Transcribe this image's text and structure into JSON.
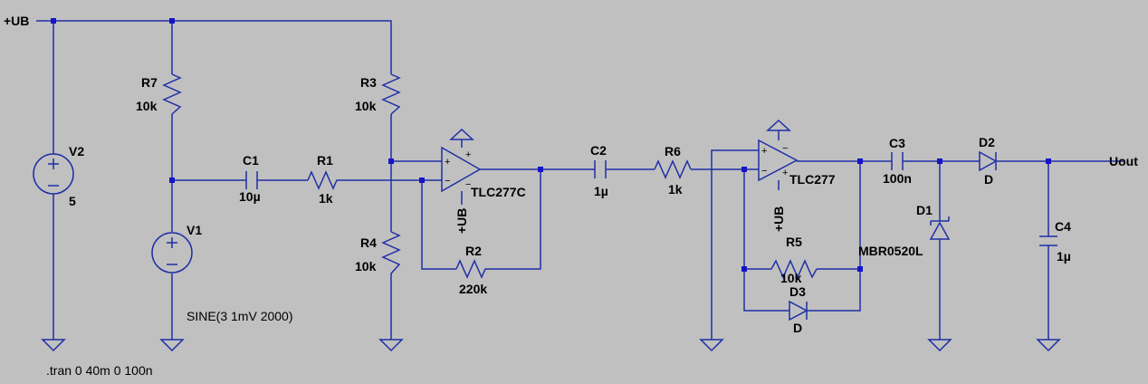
{
  "supply_net": "+UB",
  "output_net": "Uout",
  "components": {
    "V2": {
      "ref": "V2",
      "value": "5"
    },
    "V1": {
      "ref": "V1",
      "value": "SINE(3 1mV 2000)"
    },
    "R7": {
      "ref": "R7",
      "value": "10k"
    },
    "R3": {
      "ref": "R3",
      "value": "10k"
    },
    "R4": {
      "ref": "R4",
      "value": "10k"
    },
    "R1": {
      "ref": "R1",
      "value": "1k"
    },
    "R2": {
      "ref": "R2",
      "value": "220k"
    },
    "R6": {
      "ref": "R6",
      "value": "1k"
    },
    "R5": {
      "ref": "R5",
      "value": "10k"
    },
    "C1": {
      "ref": "C1",
      "value": "10µ"
    },
    "C2": {
      "ref": "C2",
      "value": "1µ"
    },
    "C3": {
      "ref": "C3",
      "value": "100n"
    },
    "C4": {
      "ref": "C4",
      "value": "1µ"
    },
    "U1": {
      "value": "TLC277C",
      "supply": "+UB"
    },
    "U2": {
      "value": "TLC277",
      "supply": "+UB"
    },
    "D1": {
      "ref": "D1",
      "value": "MBR0520L"
    },
    "D2": {
      "ref": "D2",
      "value": "D"
    },
    "D3": {
      "ref": "D3",
      "value": "D"
    }
  },
  "pin_marks": {
    "plus": "+",
    "minus": "−"
  },
  "directive": ".tran 0 40m 0 100n"
}
